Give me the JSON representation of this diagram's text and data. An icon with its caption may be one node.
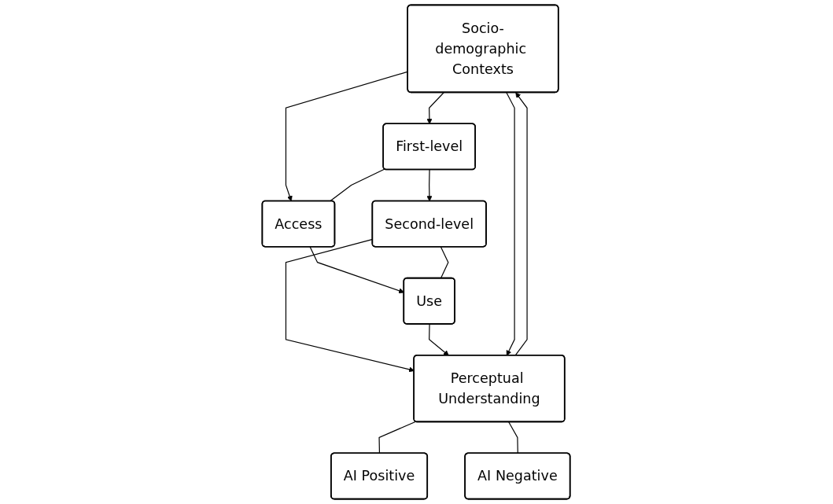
{
  "diagram": {
    "nodes": [
      {
        "text": [
          "Socio-demographic Contexts"
        ]
      },
      {
        "text": [
          "First-level"
        ]
      },
      {
        "text": [
          "Access"
        ]
      },
      {
        "text": [
          "Second-level"
        ]
      },
      {
        "text": [
          "Use"
        ]
      },
      {
        "text": [
          "Perceptual Understanding"
        ]
      },
      {
        "text": [
          "AI Positive"
        ]
      },
      {
        "text": [
          "AI Negative"
        ]
      }
    ],
    "edges": [
      {
        "from": 0,
        "to": 1,
        "arrow": "to"
      },
      {
        "from": 0,
        "to": 2,
        "arrow": "to"
      },
      {
        "from": 1,
        "to": 2,
        "arrow": "none"
      },
      {
        "from": 1,
        "to": 3,
        "arrow": "to"
      },
      {
        "from": 2,
        "to": 4,
        "arrow": "to"
      },
      {
        "from": 3,
        "to": 4,
        "arrow": "none"
      },
      {
        "from": 3,
        "to": 5,
        "arrow": "to"
      },
      {
        "from": 4,
        "to": 5,
        "arrow": "to"
      },
      {
        "from": 0,
        "to": 5,
        "arrow": "to"
      },
      {
        "from": 5,
        "to": 0,
        "arrow": "to"
      },
      {
        "from": 5,
        "to": 6,
        "arrow": "none"
      },
      {
        "from": 5,
        "to": 7,
        "arrow": "none"
      }
    ]
  }
}
